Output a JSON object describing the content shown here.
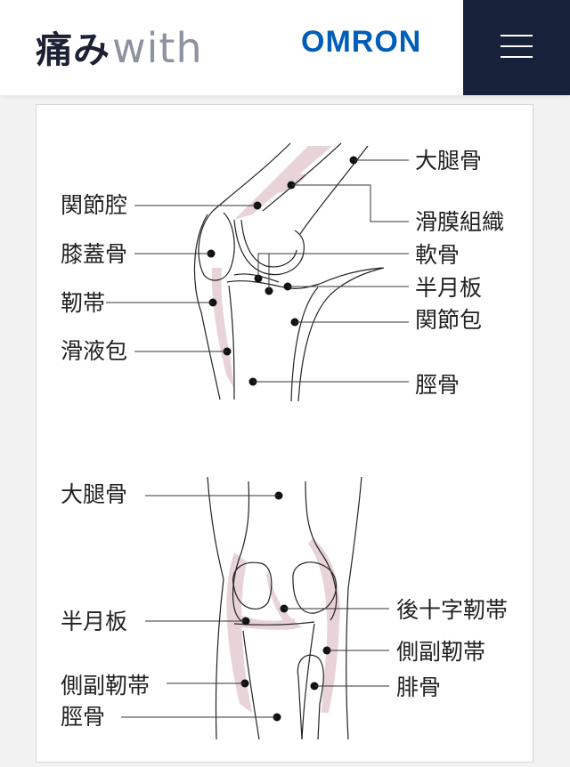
{
  "header": {
    "logo_ja": "痛み",
    "logo_en": "with",
    "brand": "OMRON",
    "menu_icon": "hamburger-menu-icon"
  },
  "colors": {
    "header_bg": "#ffffff",
    "menu_bg": "#17213a",
    "brand_blue": "#005eb8",
    "logo_dark": "#1c2233",
    "logo_gray": "#8d92a0",
    "tissue_pink": "#e8d3d8"
  },
  "diagram_side": {
    "labels_left": [
      "関節腔",
      "膝蓋骨",
      "靭帯",
      "滑液包"
    ],
    "labels_right": [
      "大腿骨",
      "滑膜組織",
      "軟骨",
      "半月板",
      "関節包",
      "脛骨"
    ]
  },
  "diagram_front": {
    "labels_left": [
      "大腿骨",
      "半月板",
      "側副靭帯",
      "脛骨"
    ],
    "labels_right": [
      "後十字靭帯",
      "側副靭帯",
      "腓骨"
    ]
  }
}
